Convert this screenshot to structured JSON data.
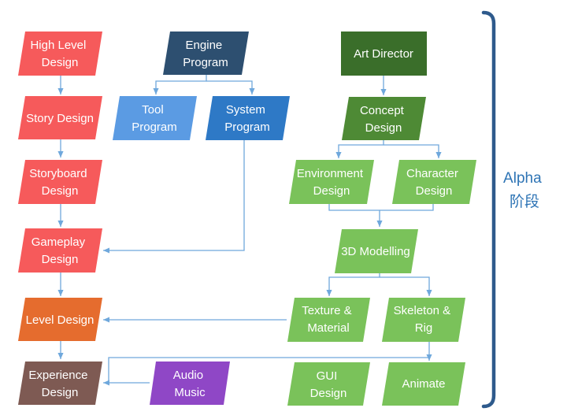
{
  "colors": {
    "red": "#F65A5B",
    "navy": "#2D4F70",
    "tool_blue": "#5B9BE3",
    "system_blue": "#2E79C6",
    "dark_green": "#3A6E2A",
    "mid_green": "#4E8A35",
    "green": "#7AC25A",
    "orange": "#E56C2E",
    "brown": "#7E5A53",
    "purple": "#8F47C6",
    "connector": "#6FA8DC",
    "brace": "#2E5A8C",
    "phase_text": "#2E74B5"
  },
  "nodes": {
    "high_level_design": {
      "lines": [
        "High Level",
        "Design"
      ]
    },
    "story_design": {
      "lines": [
        "Story Design"
      ]
    },
    "storyboard_design": {
      "lines": [
        "Storyboard",
        "Design"
      ]
    },
    "gameplay_design": {
      "lines": [
        "Gameplay",
        "Design"
      ]
    },
    "level_design": {
      "lines": [
        "Level Design"
      ]
    },
    "experience_design": {
      "lines": [
        "Experience",
        "Design"
      ]
    },
    "engine_program": {
      "lines": [
        "Engine",
        "Program"
      ]
    },
    "tool_program": {
      "lines": [
        "Tool",
        "Program"
      ]
    },
    "system_program": {
      "lines": [
        "System",
        "Program"
      ]
    },
    "audio_music": {
      "lines": [
        "Audio",
        "Music"
      ]
    },
    "art_director": {
      "lines": [
        "Art Director"
      ]
    },
    "concept_design": {
      "lines": [
        "Concept",
        "Design"
      ]
    },
    "environment_design": {
      "lines": [
        "Environment",
        "Design"
      ]
    },
    "character_design": {
      "lines": [
        "Character",
        "Design"
      ]
    },
    "modelling_3d": {
      "lines": [
        "3D Modelling"
      ]
    },
    "texture_material": {
      "lines": [
        "Texture &",
        "Material"
      ]
    },
    "skeleton_rig": {
      "lines": [
        "Skeleton &",
        "Rig"
      ]
    },
    "gui_design": {
      "lines": [
        "GUI",
        "Design"
      ]
    },
    "animate": {
      "lines": [
        "Animate"
      ]
    }
  },
  "phase": {
    "label_line1": "Alpha",
    "label_line2": "阶段"
  }
}
